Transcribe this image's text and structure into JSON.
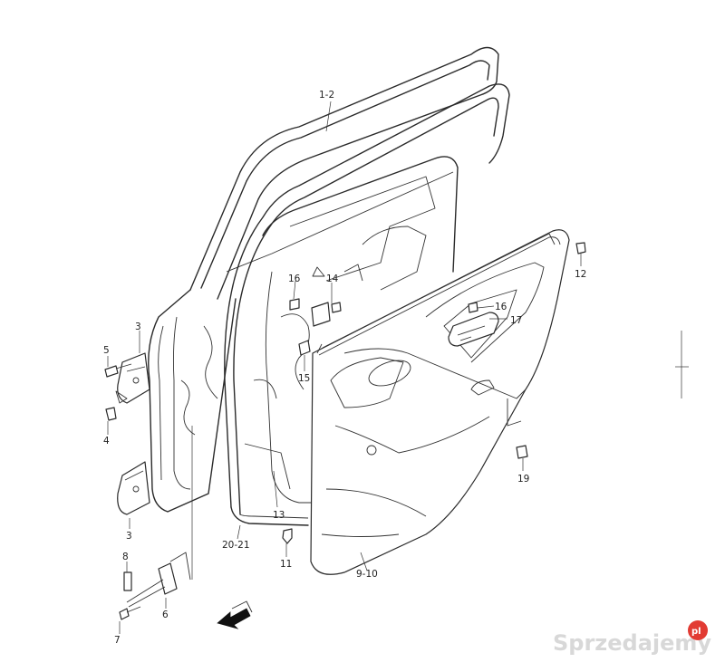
{
  "callouts": {
    "c_1_2": "1-2",
    "c_3a": "3",
    "c_3b": "3",
    "c_4": "4",
    "c_5": "5",
    "c_6": "6",
    "c_7": "7",
    "c_8": "8",
    "c_9_10": "9-10",
    "c_11": "11",
    "c_12": "12",
    "c_13": "13",
    "c_14": "14",
    "c_15": "15",
    "c_16a": "16",
    "c_16b": "16",
    "c_17": "17",
    "c_19": "19",
    "c_20_21": "20-21"
  },
  "watermark": {
    "brand": "Sprzedajemy",
    "tld": "pl"
  }
}
